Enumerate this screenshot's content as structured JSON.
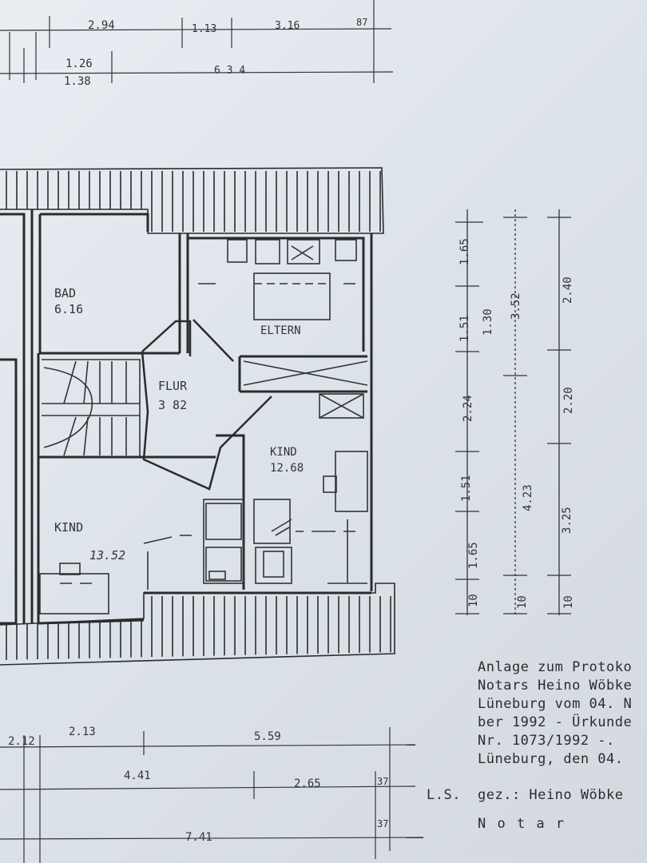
{
  "rooms": {
    "bad": {
      "name": "BAD",
      "area": "6.16"
    },
    "flur": {
      "name": "FLUR",
      "area": "3 82"
    },
    "eltern": {
      "name": "ELTERN"
    },
    "kind_right": {
      "name": "KIND",
      "area": "12.68"
    },
    "kind_left": {
      "name": "KIND",
      "area": "13.52"
    }
  },
  "top_dims": {
    "row1": [
      "2.94",
      "1.13",
      "3.16",
      "87"
    ],
    "row2": [
      "1.26",
      "6 3 4",
      "1.38"
    ]
  },
  "bottom_dims": {
    "row1": [
      "2.12",
      "2.13",
      "5.59"
    ],
    "row2": [
      "4.41",
      "2.65",
      "37"
    ],
    "row3": [
      "7.41",
      "37"
    ]
  },
  "side_dims": {
    "col1": [
      "1.65",
      "1.51",
      "2.24",
      "1.51",
      "1.65",
      "10"
    ],
    "col2": [
      "1.30",
      "4.23",
      "10"
    ],
    "col3": [
      "3.52",
      "2.40",
      "2.20",
      "3.25",
      "10"
    ]
  },
  "notary": {
    "lines": [
      "Anlage zum Protoko",
      "Notars Heino Wöbke",
      "Lüneburg vom 04. N",
      "ber 1992 - Ürkunde",
      "Nr. 1073/1992 -.",
      "Lüneburg, den 04."
    ],
    "ls": "L.S.",
    "signed": "gez.: Heino Wöbke",
    "title": "N o t a r"
  }
}
